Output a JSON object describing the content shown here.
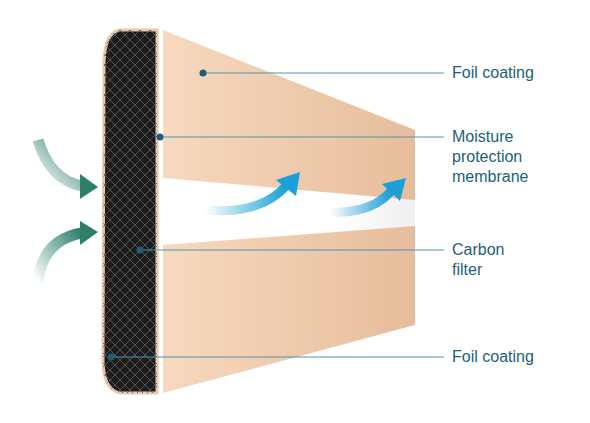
{
  "diagram": {
    "labels": [
      "Foil coating",
      "Moisture protection membrane",
      "Carbon filter",
      "Foil coating"
    ]
  }
}
